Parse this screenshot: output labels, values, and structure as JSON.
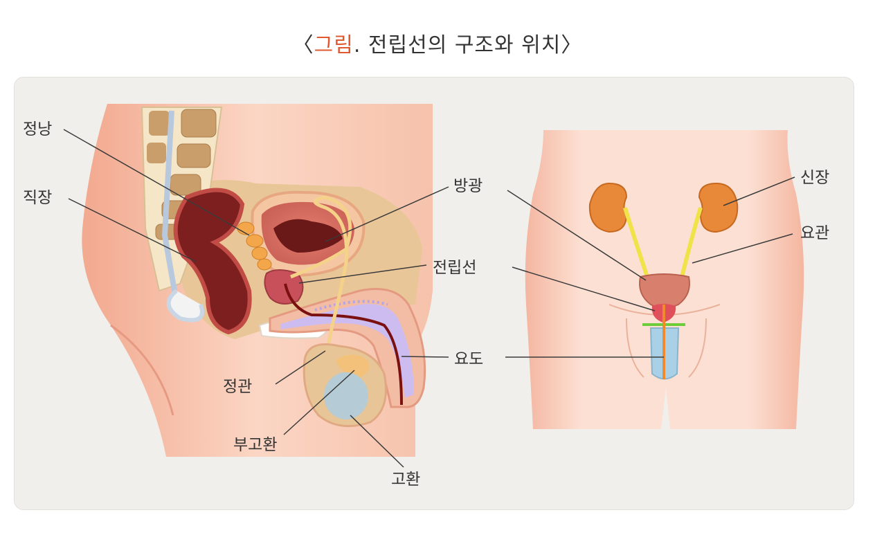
{
  "title": {
    "open": "〈",
    "accent": "그림",
    "rest": ". 전립선의 구조와 위치",
    "close": "〉",
    "accent_color": "#e0582f"
  },
  "labels": {
    "seminal_vesicle": "정낭",
    "rectum": "직장",
    "bladder": "방광",
    "prostate": "전립선",
    "urethra": "요도",
    "vas_deferens": "정관",
    "epididymis": "부고환",
    "testis": "고환",
    "kidney": "신장",
    "ureter": "요관"
  }
}
